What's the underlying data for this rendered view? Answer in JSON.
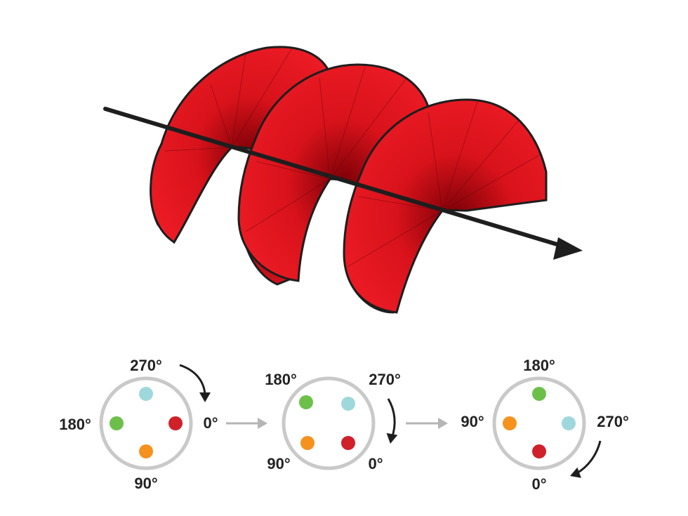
{
  "colors": {
    "helix_fill": "#e8141c",
    "helix_shadow": "#7a0006",
    "helix_outline": "#1e1e1e",
    "axis": "#1e1e1e",
    "ring": "#c9c9c9",
    "flow_arrow": "#b5b5b5",
    "rotation_arrow": "#1e1e1e"
  },
  "helix": {
    "icon": "helical-ribbon-illustration",
    "axis_icon": "propagation-axis-arrow"
  },
  "dot_colors": {
    "red": "#d0202a",
    "cyan": "#9fd8dc",
    "green": "#6cc04a",
    "orange": "#f5921e"
  },
  "frames": [
    {
      "labels": {
        "top": "270°",
        "right": "0°",
        "bottom": "90°",
        "left": "180°"
      },
      "dots": {
        "right": "red",
        "top": "cyan",
        "left": "green",
        "bottom": "orange"
      }
    },
    {
      "labels": {
        "top_left": "180°",
        "top_right": "270°",
        "bottom_left": "90°",
        "bottom_right": "0°"
      },
      "dots": {
        "bottom_right": "red",
        "top_right": "cyan",
        "top_left": "green",
        "bottom_left": "orange"
      }
    },
    {
      "labels": {
        "top": "180°",
        "right": "270°",
        "bottom": "0°",
        "left": "90°"
      },
      "dots": {
        "bottom": "red",
        "right": "cyan",
        "top": "green",
        "left": "orange"
      }
    }
  ]
}
